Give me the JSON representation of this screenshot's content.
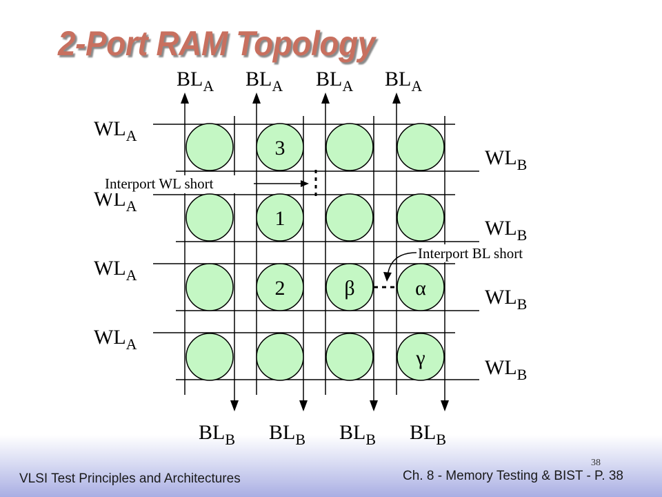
{
  "slide": {
    "title": "2-Port RAM Topology",
    "footer_left": "VLSI Test Principles and Architectures",
    "footer_right": "Ch. 8 - Memory Testing & BIST - P. 38",
    "slide_number": "38"
  },
  "diagram": {
    "bitline_a": {
      "main": "BL",
      "sub": "A"
    },
    "bitline_b": {
      "main": "BL",
      "sub": "B"
    },
    "wordline_a": {
      "main": "WL",
      "sub": "A"
    },
    "wordline_b": {
      "main": "WL",
      "sub": "B"
    },
    "cell_labels": {
      "r0c1": "3",
      "r1c1": "1",
      "r2c1": "2",
      "r2c2": "β",
      "r2c3": "α",
      "r3c3": "γ"
    },
    "annotations": {
      "wl_short": "Interport WL short",
      "bl_short": "Interport BL short"
    },
    "colors": {
      "cell_fill": "#c4f7c4",
      "title": "#c8705f"
    }
  }
}
